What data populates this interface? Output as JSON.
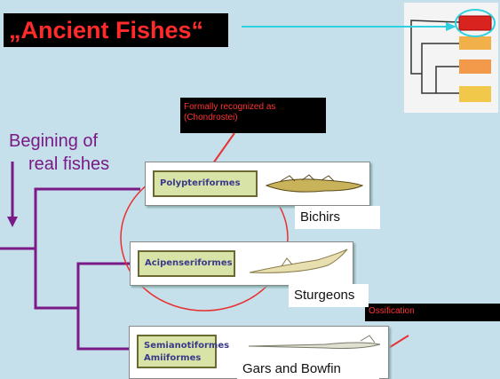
{
  "title": "„Ancient Fishes“",
  "subtitle": {
    "line1": "Begining of",
    "line2": "real fishes"
  },
  "note_formally": "Formally recognized as (Chondrostei)",
  "note_ossification": "Ossification",
  "groups": [
    {
      "order": "Polypteriformes",
      "common": "Bichirs"
    },
    {
      "order": "Acipenseriformes",
      "common": "Sturgeons"
    },
    {
      "order_line1": "Semianotiformes",
      "order_line2": "Amiiformes",
      "common": "Gars and Bowfin"
    }
  ],
  "colors": {
    "background": "#c5e0ea",
    "tree": "#7a1a86",
    "accent_red": "#ff2b2b",
    "cyan": "#2fd0e0"
  }
}
